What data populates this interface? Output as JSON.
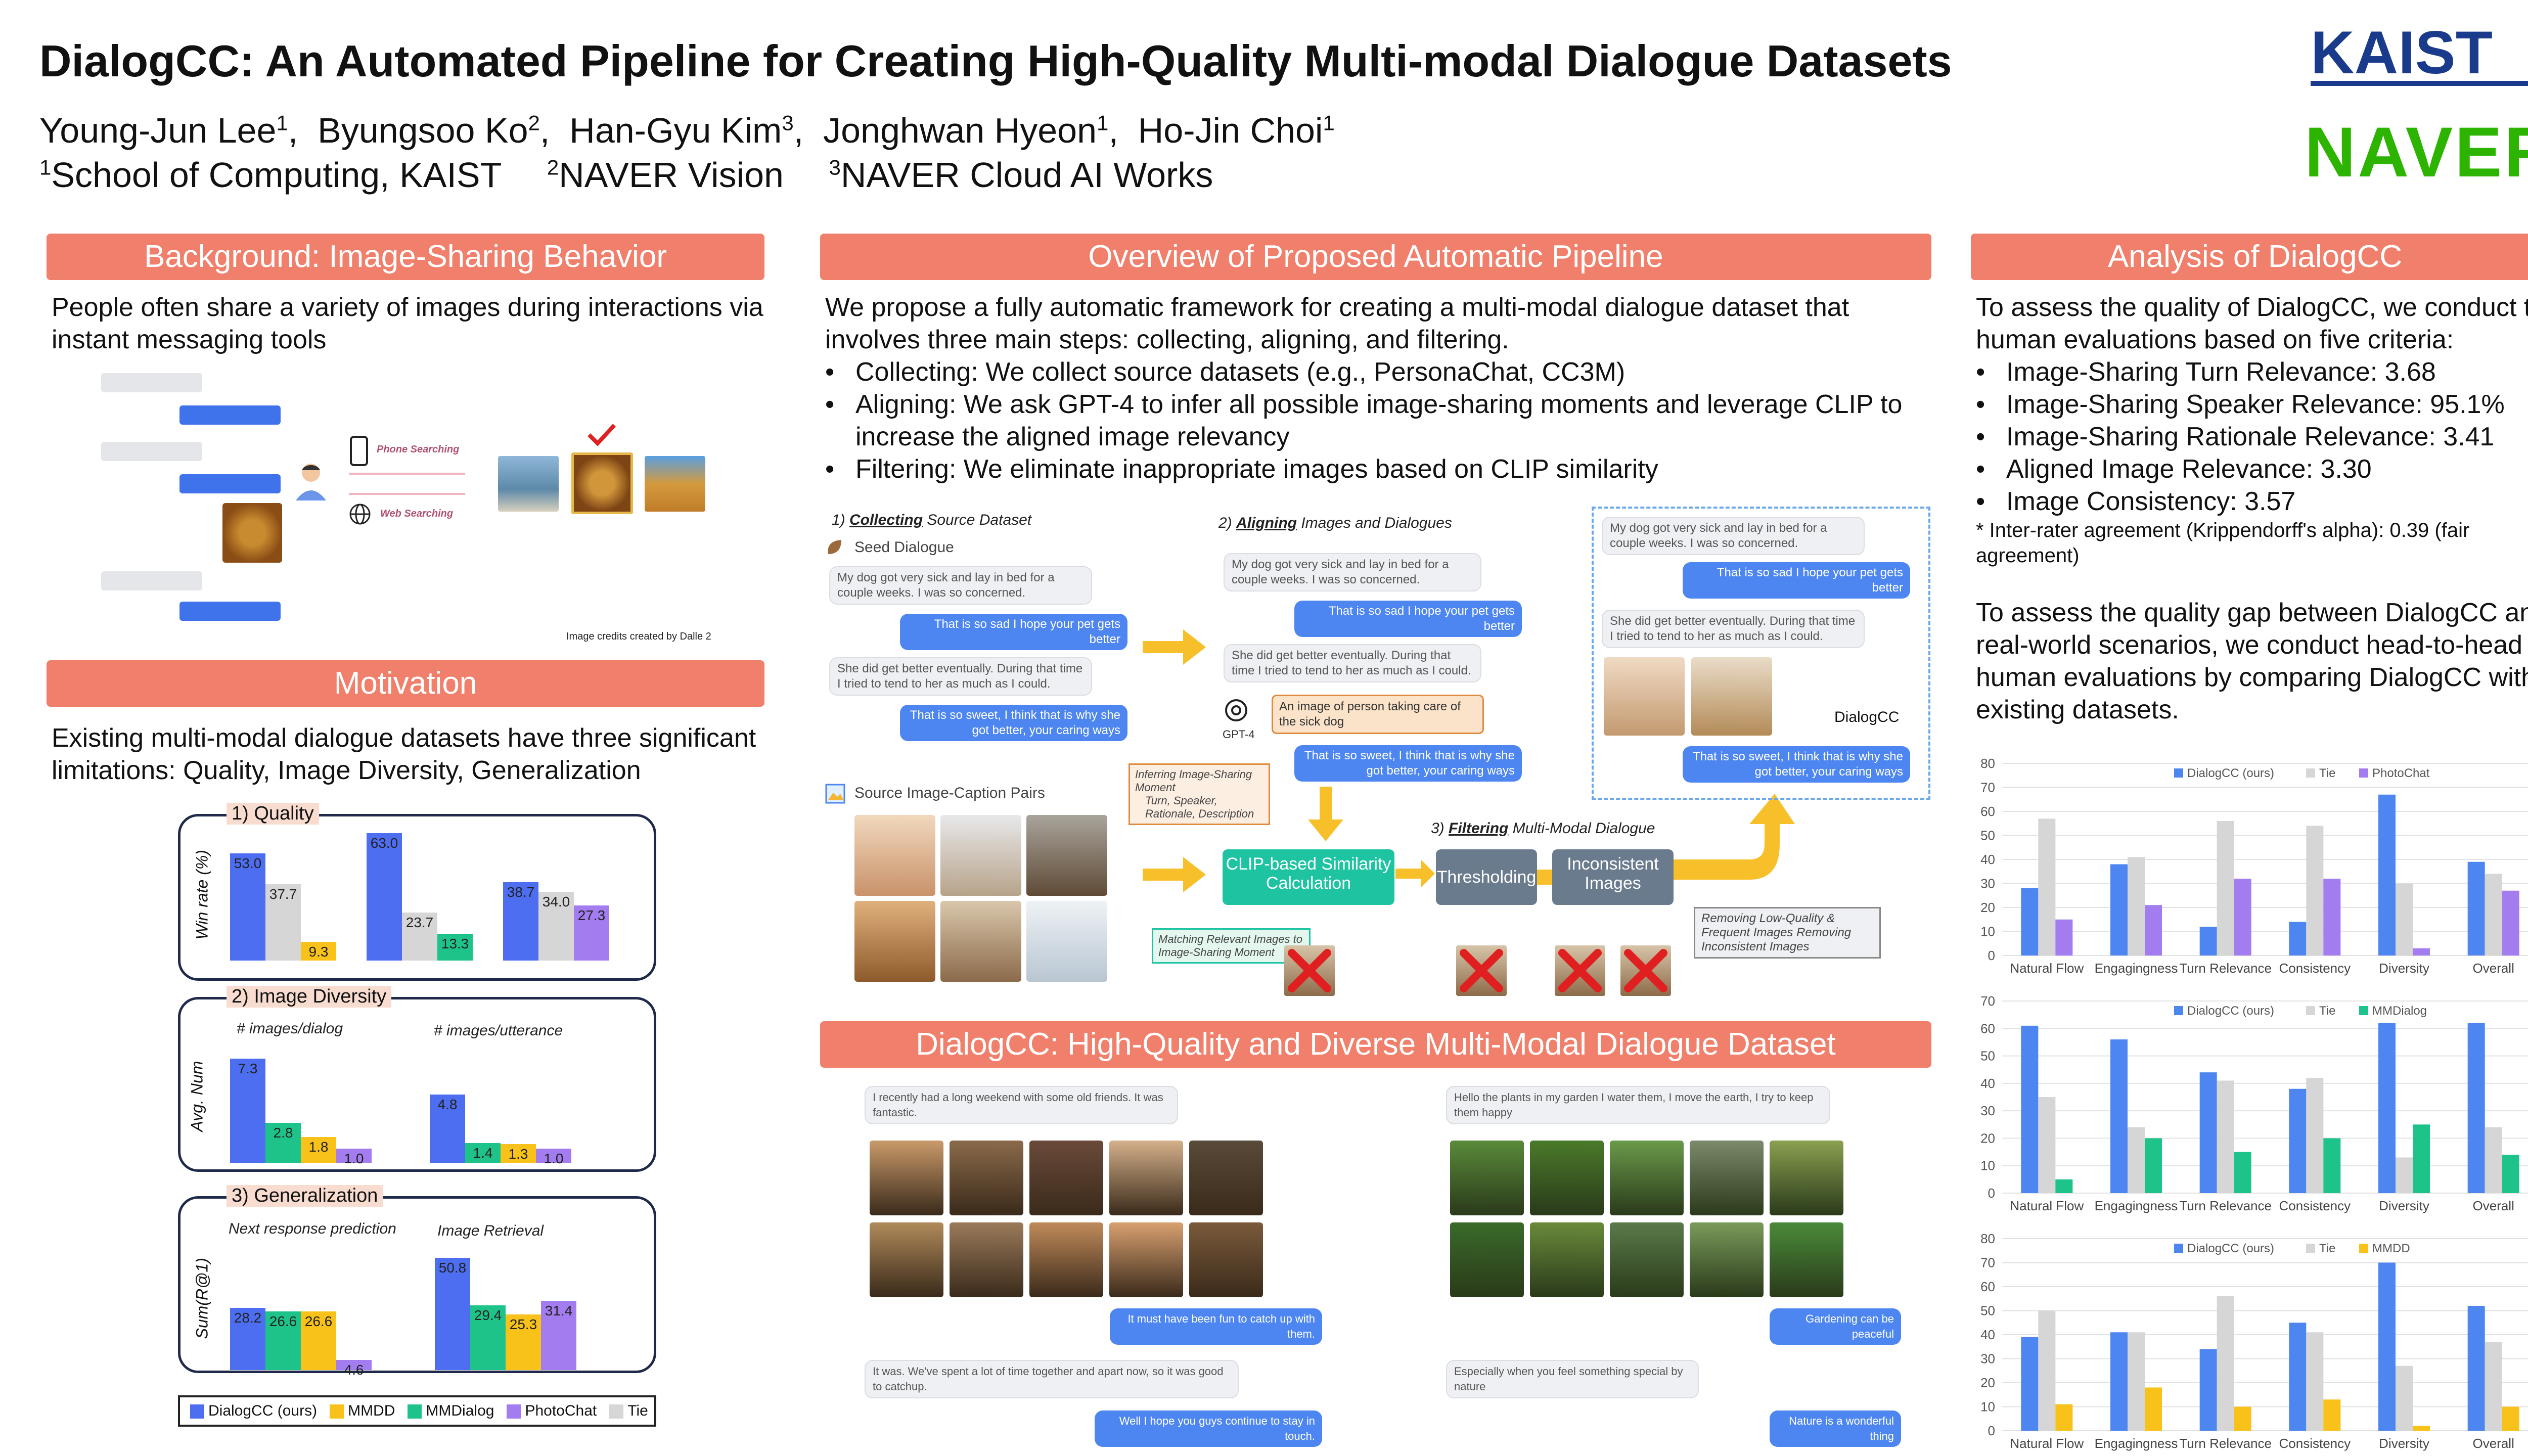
{
  "header": {
    "title": "DialogCC: An Automated Pipeline for Creating High-Quality Multi-modal Dialogue Datasets",
    "authors": [
      {
        "name": "Young-Jun Lee",
        "sup": "1"
      },
      {
        "name": "Byungsoo Ko",
        "sup": "2"
      },
      {
        "name": "Han-Gyu Kim",
        "sup": "3"
      },
      {
        "name": "Jonghwan Hyeon",
        "sup": "1"
      },
      {
        "name": "Ho-Jin Choi",
        "sup": "1"
      }
    ],
    "affiliations": [
      {
        "sup": "1",
        "name": "School of Computing, KAIST"
      },
      {
        "sup": "2",
        "name": "NAVER Vision"
      },
      {
        "sup": "3",
        "name": "NAVER Cloud AI Works"
      }
    ],
    "logo_kaist": "KAIST",
    "logo_naver": "NAVER",
    "colors": {
      "section": "#f0806c",
      "naver": "#2db400",
      "kaist": "#1a3a8c",
      "dialogcc": "#4d6ef0",
      "mmdd": "#f8c21a",
      "mmdialog": "#1ec38a",
      "photochat": "#a37cf0",
      "tie": "#d6d6d6"
    }
  },
  "background": {
    "heading": "Background: Image-Sharing Behavior",
    "text": "People often share a variety of images during interactions via instant messaging tools",
    "phone_searching": "Phone Searching",
    "web_searching": "Web Searching",
    "credit": "Image credits created by Dalle 2"
  },
  "motivation": {
    "heading": "Motivation",
    "text": "Existing multi-modal dialogue datasets have three significant limitations: Quality, Image Diversity, Generalization",
    "quality": {
      "title": "1) Quality",
      "ylabel": "Win rate (%)",
      "groups": [
        {
          "values": [
            53.0,
            37.7,
            9.3
          ],
          "labels": [
            "53.0",
            "37.7",
            "9.3"
          ],
          "colors": [
            "#4d6ef0",
            "#d6d6d6",
            "#f8c21a"
          ]
        },
        {
          "values": [
            63.0,
            23.7,
            13.3
          ],
          "labels": [
            "63.0",
            "23.7",
            "13.3"
          ],
          "colors": [
            "#4d6ef0",
            "#d6d6d6",
            "#1ec38a"
          ]
        },
        {
          "values": [
            38.7,
            34.0,
            27.3
          ],
          "labels": [
            "38.7",
            "34.0",
            "27.3"
          ],
          "colors": [
            "#4d6ef0",
            "#d6d6d6",
            "#a37cf0"
          ]
        }
      ]
    },
    "diversity": {
      "title": "2) Image Diversity",
      "ylabel": "Avg. Num",
      "sub1": "# images/dialog",
      "sub2": "# images/utterance",
      "g1": {
        "values": [
          7.3,
          2.8,
          1.8,
          1.0
        ],
        "labels": [
          "7.3",
          "2.8",
          "1.8",
          "1.0"
        ]
      },
      "g2": {
        "values": [
          4.8,
          1.4,
          1.3,
          1.0
        ],
        "labels": [
          "4.8",
          "1.4",
          "1.3",
          "1.0"
        ]
      },
      "colors": [
        "#4d6ef0",
        "#1ec38a",
        "#f8c21a",
        "#a37cf0"
      ]
    },
    "generalization": {
      "title": "3) Generalization",
      "ylabel": "Sum(R@1)",
      "sub1": "Next response prediction",
      "sub2": "Image Retrieval",
      "g1": {
        "values": [
          28.2,
          26.6,
          26.6,
          4.6
        ],
        "labels": [
          "28.2",
          "26.6",
          "26.6",
          "4.6"
        ],
        "colors": [
          "#4d6ef0",
          "#1ec38a",
          "#f8c21a",
          "#a37cf0"
        ]
      },
      "g2": {
        "values": [
          50.8,
          29.4,
          25.3,
          31.4
        ],
        "labels": [
          "50.8",
          "29.4",
          "25.3",
          "31.4"
        ],
        "colors": [
          "#4d6ef0",
          "#1ec38a",
          "#f8c21a",
          "#a37cf0"
        ]
      }
    },
    "legend": [
      "DialogCC (ours)",
      "MMDD",
      "MMDialog",
      "PhotoChat",
      "Tie"
    ]
  },
  "overview": {
    "heading": "Overview of Proposed Automatic Pipeline",
    "intro": "We propose a fully automatic framework for creating a multi-modal dialogue dataset that involves three main steps: collecting, aligning, and filtering.",
    "bullets": [
      "Collecting: We collect source datasets (e.g., PersonaChat, CC3M)",
      "Aligning: We ask GPT-4 to infer all possible image-sharing moments and leverage CLIP to increase the aligned image relevancy",
      "Filtering: We eliminate inappropriate images based on CLIP similarity"
    ],
    "step1_pre": "1) ",
    "step1_b": "Collecting",
    "step1_post": " Source Dataset",
    "step2_b": "Aligning",
    "step2_pre": "2) ",
    "step2_post": " Images and Dialogues",
    "step3_pre": "3) ",
    "step3_b": "Filtering",
    "step3_post": " Multi-Modal Dialogue",
    "seed": "Seed Dialogue",
    "source_pairs": "Source Image-Caption Pairs",
    "u1": "My dog got very sick and lay in bed for a couple weeks. I was so concerned.",
    "u2": "That is so sad I hope your pet gets better",
    "u3": "She did get better eventually. During that time I tried to tend to her as much as I could.",
    "u4": "That is so sweet, I think that is why she got better, your caring ways",
    "gpt_label": "GPT-4",
    "gpt_bubble": "An image of person taking care of the sick dog",
    "infer_note": "Inferring Image-Sharing Moment",
    "infer_items": [
      "Turn, Speaker, Rationale, Description"
    ],
    "clip_box": "CLIP-based Similarity Calculation",
    "threshold_box": "Thresholding",
    "inconsistent_box": "Inconsistent Images",
    "match_note": "Matching Relevant Images to Image-Sharing Moment",
    "remove_note": "Removing Low-Quality & Frequent Images Removing Inconsistent Images",
    "dialogcc_label": "DialogCC"
  },
  "dataset": {
    "heading": "DialogCC: High-Quality and Diverse Multi-Modal Dialogue Dataset",
    "left_u1": "I recently had a long weekend with some old friends. It was fantastic.",
    "left_u2": "It must have been fun to catch up with them.",
    "left_u3": "It was. We've spent a lot of time together and apart now, so it was good to catchup.",
    "left_u4": "Well I hope you guys continue to stay in touch.",
    "right_u1": "Hello the plants in my garden I water them, I move the earth, I try to keep them happy",
    "right_u2": "Gardening can be peaceful",
    "right_u3": "Especially when you feel something special by nature",
    "right_u4": "Nature is a wonderful thing"
  },
  "analysis": {
    "heading": "Analysis of DialogCC",
    "text1": "To assess the quality of DialogCC, we conduct the human evaluations based on five criteria:",
    "bullets": [
      "Image-Sharing Turn Relevance: 3.68",
      "Image-Sharing Speaker Relevance: 95.1%",
      "Image-Sharing Rationale Relevance: 3.41",
      "Aligned Image Relevance: 3.30",
      "Image Consistency: 3.57"
    ],
    "note": "* Inter-rater agreement (Krippendorff's alpha): 0.39 (fair agreement)",
    "text2": "To assess the quality gap between DialogCC and real-world scenarios, we conduct head-to-head human evaluations by comparing DialogCC with existing datasets."
  },
  "chart_data": [
    {
      "type": "bar",
      "categories": [
        "Natural Flow",
        "Engagingness",
        "Turn Relevance",
        "Consistency",
        "Diversity",
        "Overall"
      ],
      "series": [
        {
          "name": "DialogCC (ours)",
          "values": [
            28,
            38,
            12,
            14,
            67,
            39
          ]
        },
        {
          "name": "Tie",
          "values": [
            57,
            41,
            56,
            54,
            30,
            34
          ]
        },
        {
          "name": "PhotoChat",
          "values": [
            15,
            21,
            32,
            32,
            3,
            27
          ]
        }
      ],
      "yticks": [
        "0",
        "10",
        "20",
        "30",
        "40",
        "50",
        "60",
        "70",
        "80"
      ],
      "ylim": [
        0,
        80
      ],
      "colors": [
        "#4d86f0",
        "#d6d6d6",
        "#a37cf0"
      ]
    },
    {
      "type": "bar",
      "categories": [
        "Natural Flow",
        "Engagingness",
        "Turn Relevance",
        "Consistency",
        "Diversity",
        "Overall"
      ],
      "series": [
        {
          "name": "DialogCC (ours)",
          "values": [
            61,
            56,
            44,
            38,
            62,
            62
          ]
        },
        {
          "name": "Tie",
          "values": [
            35,
            24,
            41,
            42,
            13,
            24
          ]
        },
        {
          "name": "MMDialog",
          "values": [
            5,
            20,
            15,
            20,
            25,
            14
          ]
        }
      ],
      "yticks": [
        "0",
        "10",
        "20",
        "30",
        "40",
        "50",
        "60",
        "70"
      ],
      "ylim": [
        0,
        70
      ],
      "colors": [
        "#4d86f0",
        "#d6d6d6",
        "#1ec38a"
      ]
    },
    {
      "type": "bar",
      "categories": [
        "Natural Flow",
        "Engagingness",
        "Turn Relevance",
        "Consistency",
        "Diversity",
        "Overall"
      ],
      "series": [
        {
          "name": "DialogCC (ours)",
          "values": [
            39,
            41,
            34,
            45,
            70,
            52
          ]
        },
        {
          "name": "Tie",
          "values": [
            50,
            41,
            56,
            41,
            27,
            37
          ]
        },
        {
          "name": "MMDD",
          "values": [
            11,
            18,
            10,
            13,
            2,
            10
          ]
        }
      ],
      "yticks": [
        "0",
        "10",
        "20",
        "30",
        "40",
        "50",
        "60",
        "70",
        "80"
      ],
      "ylim": [
        0,
        80
      ],
      "colors": [
        "#4d86f0",
        "#d6d6d6",
        "#f8c21a"
      ]
    }
  ]
}
